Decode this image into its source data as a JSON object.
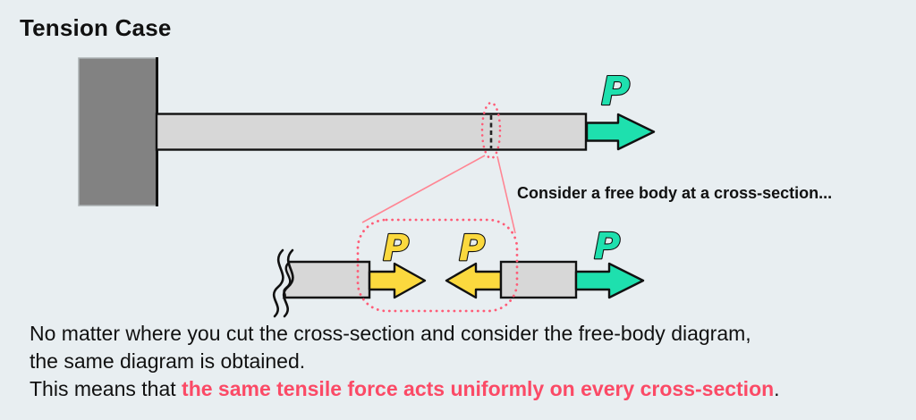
{
  "title": "Tension Case",
  "annotation": "Consider a free body at a cross-section...",
  "labels": {
    "force": "P"
  },
  "caption": {
    "line1": "No matter where you cut the cross-section and consider the free-body diagram,",
    "line2": "the same diagram is obtained.",
    "line3_prefix": "This means that ",
    "line3_highlight": "the same tensile force acts uniformly on every cross-section",
    "line3_suffix": "."
  },
  "colors": {
    "background": "#e8eef1",
    "wall_gray": "#828282",
    "bar_gray": "#d7d7d7",
    "tension_teal": "#1ee0ae",
    "internal_force_yellow": "#fbd93e",
    "cut_highlight_pink": "#ff5c77",
    "caption_highlight_pink": "#fb4a66"
  }
}
